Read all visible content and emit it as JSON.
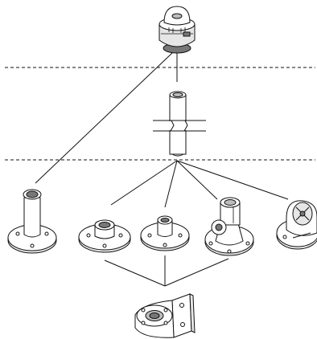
{
  "diagram": {
    "items": {
      "top_device": "device",
      "extension_pipe": "pipe",
      "tall_pole_mount": "pole-mount",
      "flange_mount_a": "flange-mount",
      "flange_mount_b": "flange-mount",
      "swivel_mount_a": "swivel-mount",
      "swivel_mount_b": "swivel-mount",
      "l_bracket": "bracket"
    }
  }
}
